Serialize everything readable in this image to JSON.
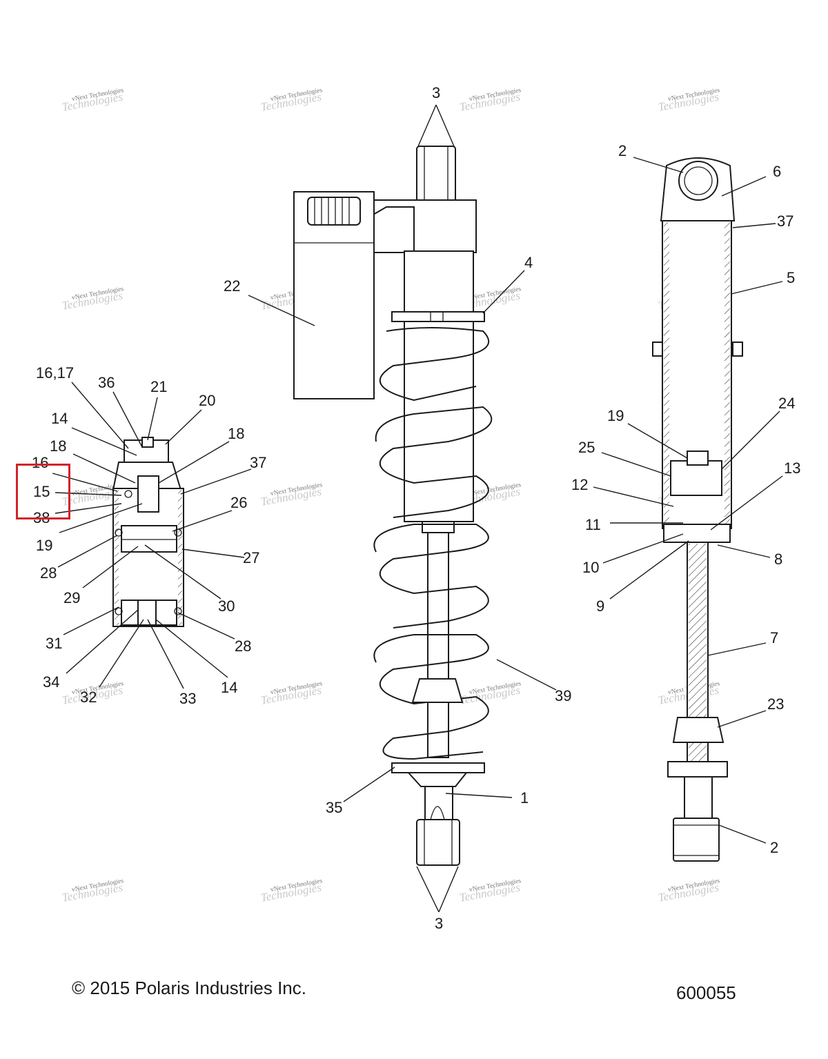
{
  "footer": {
    "copyright": "© 2015 Polaris Industries Inc.",
    "diagram_number": "600055"
  },
  "watermark": {
    "line1": "vNext Technologies",
    "line2": "Technologies"
  },
  "highlight_color": "#d2232a",
  "callouts": [
    {
      "id": "c-3-top",
      "text": "3"
    },
    {
      "id": "c-22",
      "text": "22"
    },
    {
      "id": "c-4",
      "text": "4"
    },
    {
      "id": "c-39",
      "text": "39"
    },
    {
      "id": "c-35",
      "text": "35"
    },
    {
      "id": "c-1",
      "text": "1"
    },
    {
      "id": "c-3-bottom",
      "text": "3"
    },
    {
      "id": "c-2-top",
      "text": "2"
    },
    {
      "id": "c-6",
      "text": "6"
    },
    {
      "id": "c-37-right",
      "text": "37"
    },
    {
      "id": "c-5",
      "text": "5"
    },
    {
      "id": "c-19-right",
      "text": "19"
    },
    {
      "id": "c-24",
      "text": "24"
    },
    {
      "id": "c-25",
      "text": "25"
    },
    {
      "id": "c-12",
      "text": "12"
    },
    {
      "id": "c-13",
      "text": "13"
    },
    {
      "id": "c-11",
      "text": "11"
    },
    {
      "id": "c-10",
      "text": "10"
    },
    {
      "id": "c-8",
      "text": "8"
    },
    {
      "id": "c-9",
      "text": "9"
    },
    {
      "id": "c-7",
      "text": "7"
    },
    {
      "id": "c-23",
      "text": "23"
    },
    {
      "id": "c-2-bottom",
      "text": "2"
    },
    {
      "id": "c-16-17",
      "text": "16,17"
    },
    {
      "id": "c-36",
      "text": "36"
    },
    {
      "id": "c-21",
      "text": "21"
    },
    {
      "id": "c-20",
      "text": "20"
    },
    {
      "id": "c-14-top",
      "text": "14"
    },
    {
      "id": "c-18-right",
      "text": "18"
    },
    {
      "id": "c-18-left",
      "text": "18"
    },
    {
      "id": "c-37-left",
      "text": "37"
    },
    {
      "id": "c-16",
      "text": "16"
    },
    {
      "id": "c-15",
      "text": "15"
    },
    {
      "id": "c-38",
      "text": "38"
    },
    {
      "id": "c-26",
      "text": "26"
    },
    {
      "id": "c-19-left",
      "text": "19"
    },
    {
      "id": "c-27",
      "text": "27"
    },
    {
      "id": "c-28-top",
      "text": "28"
    },
    {
      "id": "c-29",
      "text": "29"
    },
    {
      "id": "c-30",
      "text": "30"
    },
    {
      "id": "c-31",
      "text": "31"
    },
    {
      "id": "c-28-bottom",
      "text": "28"
    },
    {
      "id": "c-34",
      "text": "34"
    },
    {
      "id": "c-14-bottom",
      "text": "14"
    },
    {
      "id": "c-32",
      "text": "32"
    },
    {
      "id": "c-33",
      "text": "33"
    }
  ]
}
